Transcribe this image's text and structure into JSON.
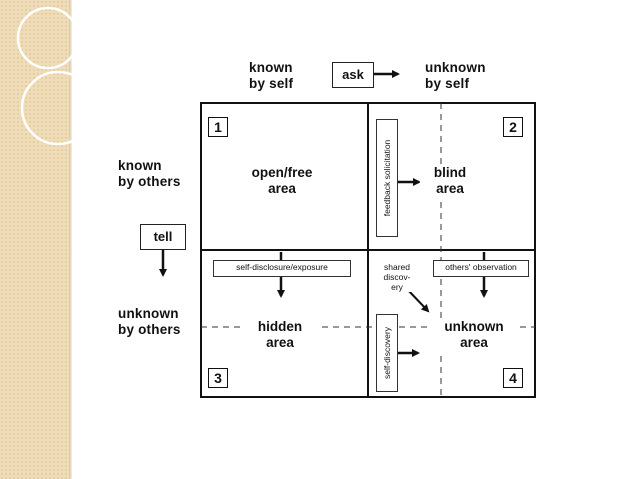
{
  "axes": {
    "top_left": "known\nby self",
    "top_right": "unknown\nby self",
    "top_action": "ask",
    "left_top": "known\nby others",
    "left_bottom": "unknown\nby others",
    "left_action": "tell"
  },
  "quadrants": [
    {
      "number": "1",
      "label": "open/free\narea"
    },
    {
      "number": "2",
      "label": "blind\narea"
    },
    {
      "number": "3",
      "label": "hidden\narea"
    },
    {
      "number": "4",
      "label": "unknown\narea"
    }
  ],
  "processes": {
    "feedback": "feedback solicitation",
    "self_disclosure": "self-disclosure/exposure",
    "others_observation": "others' observation",
    "shared_discovery": "shared\ndiscov-\nery",
    "self_discovery": "self-discovery"
  }
}
